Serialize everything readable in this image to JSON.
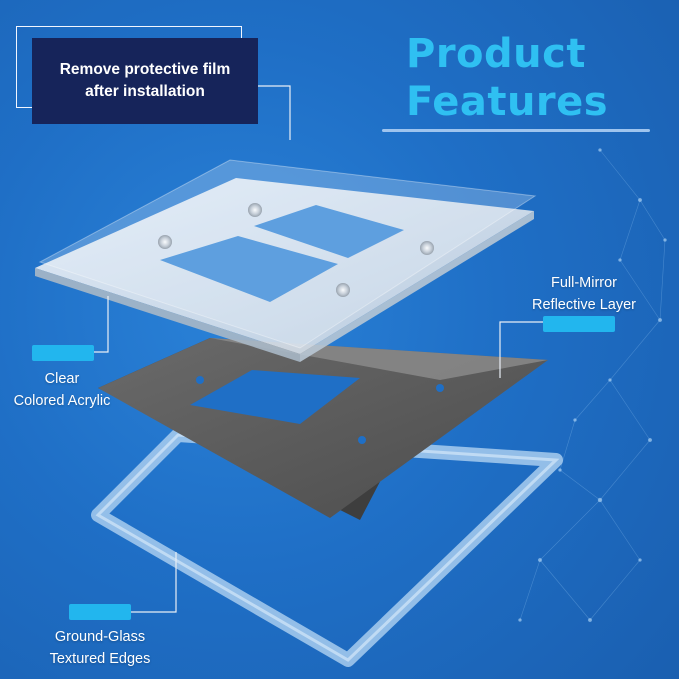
{
  "title": {
    "line1": "Product",
    "line2": "Features"
  },
  "note": {
    "line1": "Remove protective film",
    "line2": "after installation"
  },
  "labels": {
    "mirror": {
      "line1": "Full-Mirror",
      "line2": "Reflective Layer"
    },
    "acrylic": {
      "line1": "Clear",
      "line2": "Colored Acrylic"
    },
    "edges": {
      "line1": "Ground-Glass",
      "line2": "Textured Edges"
    }
  },
  "colors": {
    "background": "#1f6fc6",
    "title": "#2fc0f2",
    "note_bg": "#16245a",
    "chip": "#22b6ee",
    "mirror_layer": "#585858"
  }
}
